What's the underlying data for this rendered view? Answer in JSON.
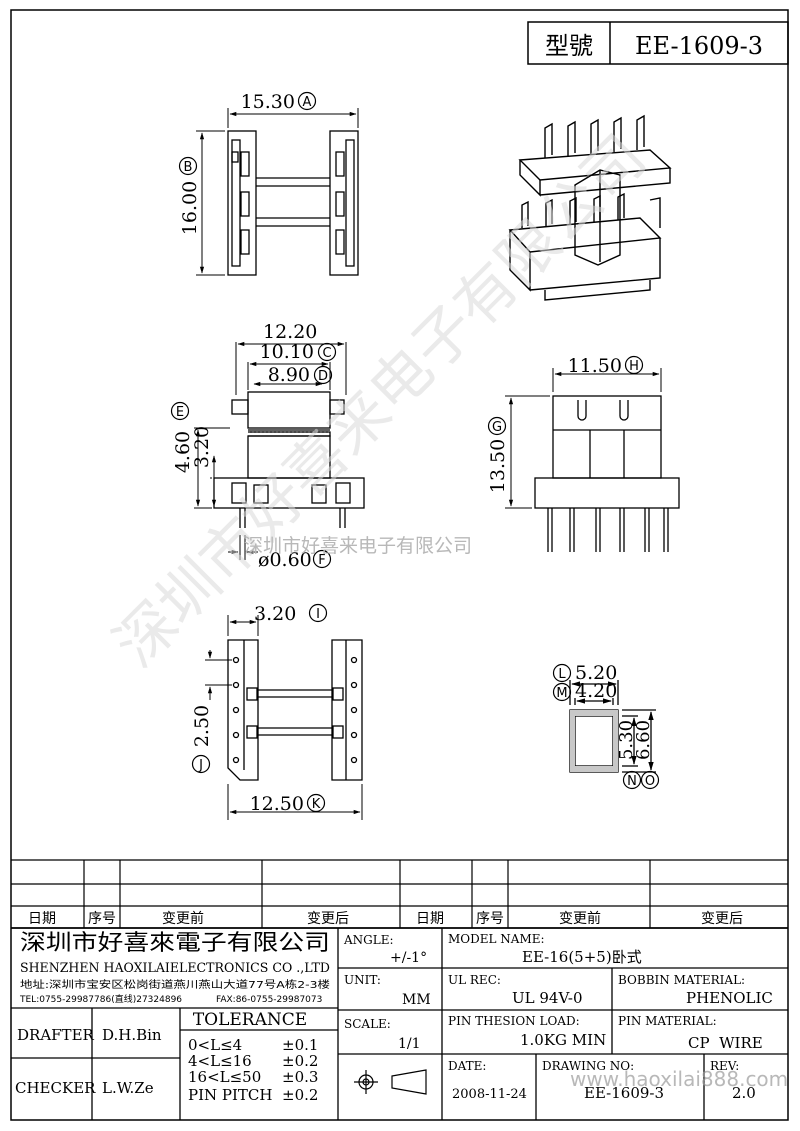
{
  "header": {
    "model_label": "型號",
    "model_value": "EE-1609-3"
  },
  "dimensions": {
    "A": {
      "value": "15.30",
      "letter": "A"
    },
    "B": {
      "value": "16.00",
      "letter": "B"
    },
    "C": {
      "value": "10.10",
      "letter": "C"
    },
    "D": {
      "value": "8.90",
      "letter": "D"
    },
    "E": {
      "value": "4.60",
      "letter": "E"
    },
    "F": {
      "value": "ø0.60",
      "letter": "F"
    },
    "G": {
      "value": "13.50",
      "letter": "G"
    },
    "H": {
      "value": "11.50",
      "letter": "H"
    },
    "I": {
      "value": "3.20",
      "letter": "I"
    },
    "J": {
      "value": "2.50",
      "letter": "J"
    },
    "K": {
      "value": "12.50",
      "letter": "K"
    },
    "L": {
      "value": "5.20",
      "letter": "L"
    },
    "M": {
      "value": "4.20",
      "letter": "M"
    },
    "N": {
      "value": "5.30",
      "letter": "N"
    },
    "O": {
      "value": "6.60",
      "letter": "O"
    },
    "overall_width": "12.20",
    "height_inner": "3.20"
  },
  "watermark": {
    "diagonal": "深圳市好喜来电子有限公司",
    "horizontal": "深圳市好喜来电子有限公司",
    "url": "www.haoxilai888.com"
  },
  "revision_table": {
    "headers": [
      "日期",
      "序号",
      "变更前",
      "变更后",
      "日期",
      "序号",
      "变更前",
      "变更后"
    ]
  },
  "company": {
    "name_cn": "深圳市好喜來電子有限公司",
    "name_en": "SHENZHEN HAOXILAIELECTRONICS CO .,LTD",
    "address": "地址:深圳市宝安区松岗街道燕川燕山大道77号A栋2-3楼",
    "tel": "TEL:0755-29987786(直线)27324896",
    "fax": "FAX:86-0755-29987073"
  },
  "title_block": {
    "angle_label": "ANGLE:",
    "angle_value": "+/-1°",
    "unit_label": "UNIT:",
    "unit_value": "MM",
    "scale_label": "SCALE:",
    "scale_value": "1/1",
    "model_name_label": "MODEL NAME:",
    "model_name_value": "EE-16(5+5)卧式",
    "ul_label": "UL REC:",
    "ul_value": "UL 94V-0",
    "bobbin_label": "BOBBIN MATERIAL:",
    "bobbin_value": "PHENOLIC",
    "pin_load_label": "PIN THESION LOAD:",
    "pin_load_value": "1.0KG MIN",
    "pin_material_label": "PIN MATERIAL:",
    "pin_material_value": "CP  WIRE",
    "date_label": "DATE:",
    "date_value": "2008-11-24",
    "drawing_no_label": "DRAWING NO:",
    "drawing_no_value": "EE-1609-3",
    "rev_label": "REV:",
    "rev_value": "2.0",
    "drafter_label": "DRAFTER",
    "drafter_value": "D.H.Bin",
    "checker_label": "CHECKER",
    "checker_value": "L.W.Ze",
    "tolerance_title": "TOLERANCE",
    "tolerance_rows": [
      {
        "range": "0<L≤4",
        "tol": "±0.1"
      },
      {
        "range": "4<L≤16",
        "tol": "±0.2"
      },
      {
        "range": "16<L≤50",
        "tol": "±0.3"
      },
      {
        "range": "PIN PITCH",
        "tol": "±0.2"
      }
    ]
  }
}
